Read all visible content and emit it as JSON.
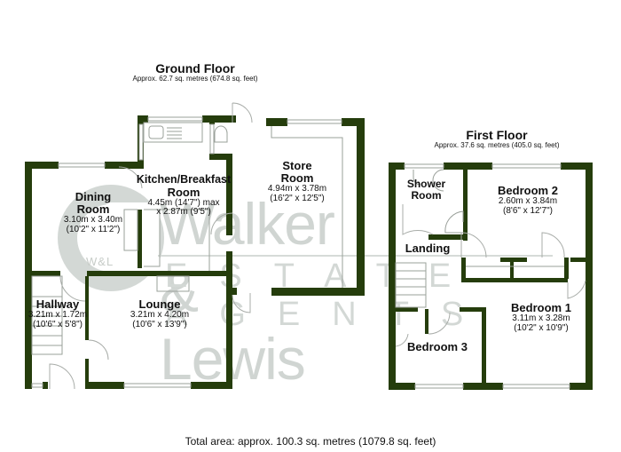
{
  "watermark": {
    "brand_name": "Walker & Lewis",
    "sub_text": "ESTATE AGENTS",
    "logo_initials": "W&L",
    "color": "#c9d0cc"
  },
  "colors": {
    "wall": "#253d0c",
    "fixture_line": "#9aa09a",
    "text": "#111111"
  },
  "ground_floor": {
    "title": "Ground Floor",
    "area": "Approx. 62.7 sq. metres (674.8 sq. feet)",
    "rooms": [
      {
        "name": "Dining Room",
        "name_line1": "Dining",
        "name_line2": "Room",
        "metric": "3.10m x 3.40m",
        "imperial": "(10'2\" x 11'2\")"
      },
      {
        "name": "Kitchen/Breakfast Room",
        "name_line1": "Kitchen/Breakfast",
        "name_line2": "Room",
        "metric": "4.45m (14'7\") max",
        "imperial": "x 2.87m (9'5\")"
      },
      {
        "name": "Store Room",
        "name_line1": "Store",
        "name_line2": "Room",
        "metric": "4.94m x 3.78m",
        "imperial": "(16'2\" x 12'5\")"
      },
      {
        "name": "Hallway",
        "name_line1": "Hallway",
        "metric": "3.21m x 1.72m",
        "imperial": "(10'6\" x 5'8\")"
      },
      {
        "name": "Lounge",
        "name_line1": "Lounge",
        "metric": "3.21m x 4.20m",
        "imperial": "(10'6\" x 13'9\")"
      }
    ]
  },
  "first_floor": {
    "title": "First Floor",
    "area": "Approx. 37.6 sq. metres (405.0 sq. feet)",
    "rooms": [
      {
        "name": "Shower Room",
        "name_line1": "Shower",
        "name_line2": "Room"
      },
      {
        "name": "Bedroom 2",
        "name_line1": "Bedroom 2",
        "metric": "2.60m x 3.84m",
        "imperial": "(8'6\" x 12'7\")"
      },
      {
        "name": "Landing",
        "name_line1": "Landing"
      },
      {
        "name": "Bedroom 1",
        "name_line1": "Bedroom 1",
        "metric": "3.11m x 3.28m",
        "imperial": "(10'2\" x 10'9\")"
      },
      {
        "name": "Bedroom 3",
        "name_line1": "Bedroom 3"
      }
    ]
  },
  "total_area": "Total area: approx. 100.3 sq. metres (1079.8 sq. feet)"
}
